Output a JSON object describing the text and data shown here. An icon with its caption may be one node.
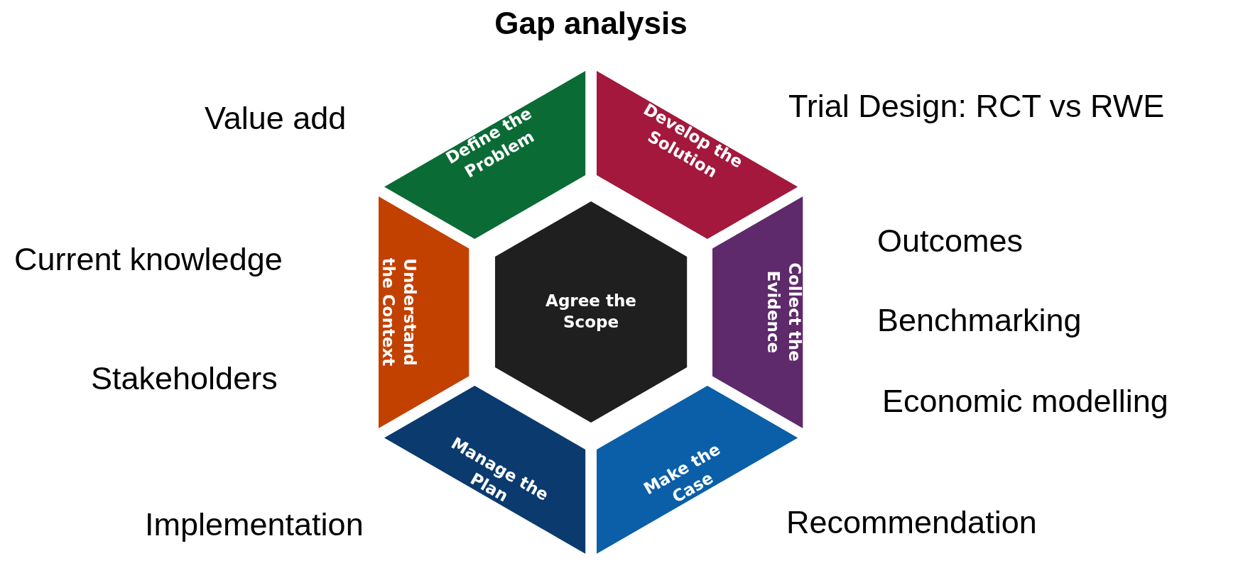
{
  "diagram": {
    "title": "Gap analysis",
    "nodes": [
      {
        "text": [
          "Define the Problem"
        ],
        "beside": [
          "Value add"
        ]
      },
      {
        "text": [
          "Develop the Solution"
        ],
        "beside": [
          "Trial Design: RCT vs RWE"
        ]
      },
      {
        "text": [
          "Understand the Context"
        ],
        "beside": [
          "Current knowledge",
          "Stakeholders"
        ]
      },
      {
        "text": [
          "Agree the Scope"
        ]
      },
      {
        "text": [
          "Collect the Evidence"
        ],
        "beside": [
          "Outcomes",
          "Benchmarking",
          "Economic modelling"
        ]
      },
      {
        "text": [
          "Manage the Plan"
        ],
        "beside": [
          "Implementation"
        ]
      },
      {
        "text": [
          "Make the Case"
        ],
        "beside": [
          "Recommendation"
        ]
      }
    ],
    "edges": []
  }
}
